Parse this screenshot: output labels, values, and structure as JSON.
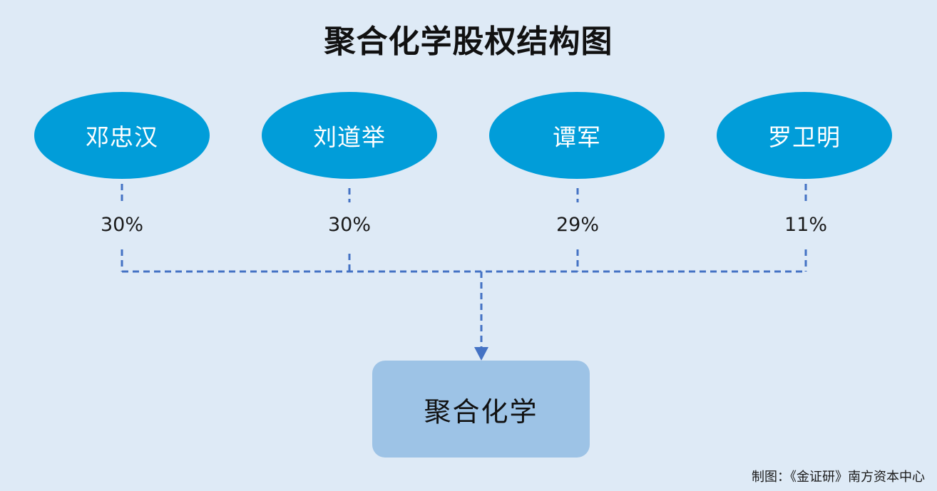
{
  "title": "聚合化学股权结构图",
  "shareholders": [
    {
      "name": "邓忠汉",
      "stake": "30%"
    },
    {
      "name": "刘道举",
      "stake": "30%"
    },
    {
      "name": "谭军",
      "stake": "29%"
    },
    {
      "name": "罗卫明",
      "stake": "11%"
    }
  ],
  "company": {
    "name": "聚合化学"
  },
  "credit": "制图：《金证研》南方资本中心",
  "colors": {
    "background": "#deeaf6",
    "shareholder_fill": "#019dd9",
    "company_fill": "#9dc3e6",
    "connector": "#4472c4"
  }
}
